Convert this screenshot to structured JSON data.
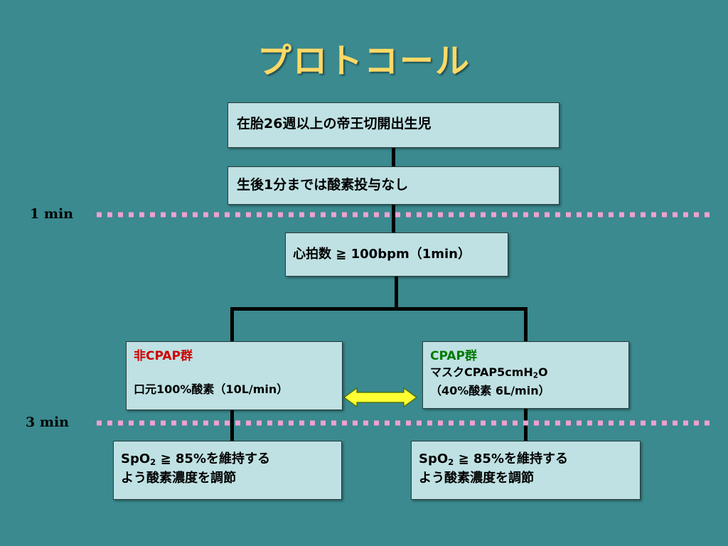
{
  "title": "プロトコール",
  "time_markers": {
    "t1": "1 min",
    "t2": "3 min"
  },
  "boxes": {
    "box1": "在胎26週以上の帝王切開出生児",
    "box2": "生後1分までは酸素投与なし",
    "box3": "心拍数 ≧ 100bpm（1min）",
    "left": {
      "heading": "非CPAP群",
      "line1": "口元100%酸素（10L/min）"
    },
    "right": {
      "heading": "CPAP群",
      "line1_pre": "マスクCPAP5cmH",
      "line1_sub": "2",
      "line1_post": "O",
      "line2": "（40%酸素 6L/min）"
    },
    "bottom_left": {
      "line1_pre": "SpO",
      "line1_sub": "2",
      "line1_post": " ≧ 85%を維持する",
      "line2": "よう酸素濃度を調節"
    },
    "bottom_right": {
      "line1_pre": "SpO",
      "line1_sub": "2",
      "line1_post": " ≧ 85%を維持する",
      "line2": "よう酸素濃度を調節"
    }
  },
  "colors": {
    "background": "#3a8a8f",
    "title": "#ffd966",
    "box_fill": "#bfe1e3",
    "dotted_line": "#f0a0d0",
    "arrow": "#ffff33",
    "non_cpap_heading": "#d00000",
    "cpap_heading": "#007a00"
  }
}
